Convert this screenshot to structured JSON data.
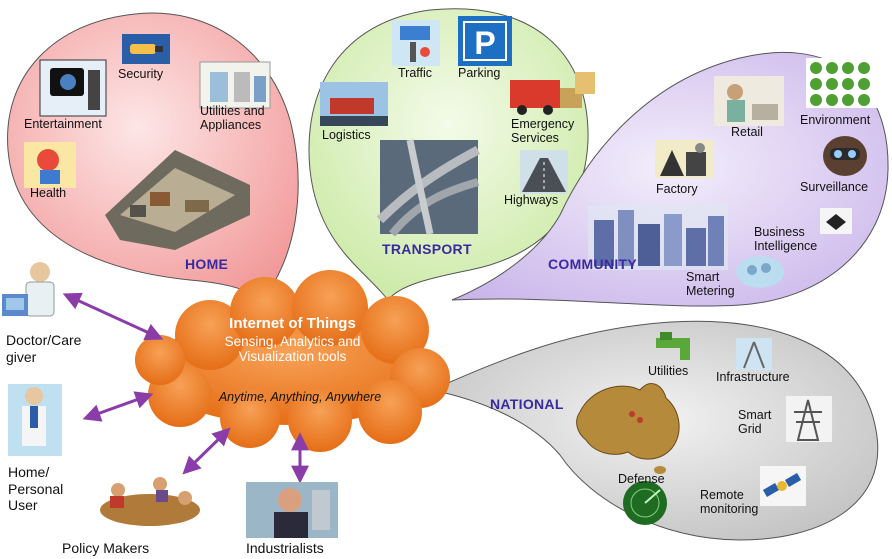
{
  "cloud": {
    "title": "Internet of Things",
    "subtitle": "Sensing, Analytics and\nVisualization tools",
    "tagline": "Anytime, Anything, Anywhere"
  },
  "sections": {
    "home": {
      "title": "HOME",
      "items": [
        "Security",
        "Entertainment",
        "Utilities and\nAppliances",
        "Health"
      ]
    },
    "transport": {
      "title": "TRANSPORT",
      "items": [
        "Traffic",
        "Parking",
        "Logistics",
        "Emergency\nServices",
        "Highways"
      ]
    },
    "community": {
      "title": "COMMUNITY",
      "items": [
        "Retail",
        "Environment",
        "Factory",
        "Surveillance",
        "Business\nIntelligence",
        "Smart\nMetering"
      ]
    },
    "national": {
      "title": "NATIONAL",
      "items": [
        "Utilities",
        "Infrastructure",
        "Smart\nGrid",
        "Defense",
        "Remote\nmonitoring"
      ]
    }
  },
  "people": [
    "Doctor/Care\ngiver",
    "Home/\nPersonal\nUser",
    "Policy Makers",
    "Industrialists"
  ],
  "colors": {
    "home_bubble": "#f4a7a7",
    "transport_bubble": "#d6f0b8",
    "community_bubble": "#d8c8ef",
    "national_bubble": "#d2d2d2",
    "cloud": "#f07d22",
    "arrow": "#8a3da8",
    "section_title": "#3a2aa0"
  },
  "icons": [
    "security-camera-icon",
    "entertainment-icon",
    "appliances-icon",
    "health-icon",
    "house-icon",
    "traffic-icon",
    "parking-sign-icon",
    "logistics-truck-icon",
    "fire-truck-icon",
    "highway-icon",
    "retail-icon",
    "environment-icon",
    "factory-icon",
    "surveillance-icon",
    "intelligence-icon",
    "smart-meter-icon",
    "city-icon",
    "water-tap-icon",
    "infrastructure-icon",
    "power-grid-icon",
    "australia-map-icon",
    "radar-icon",
    "satellite-icon"
  ]
}
